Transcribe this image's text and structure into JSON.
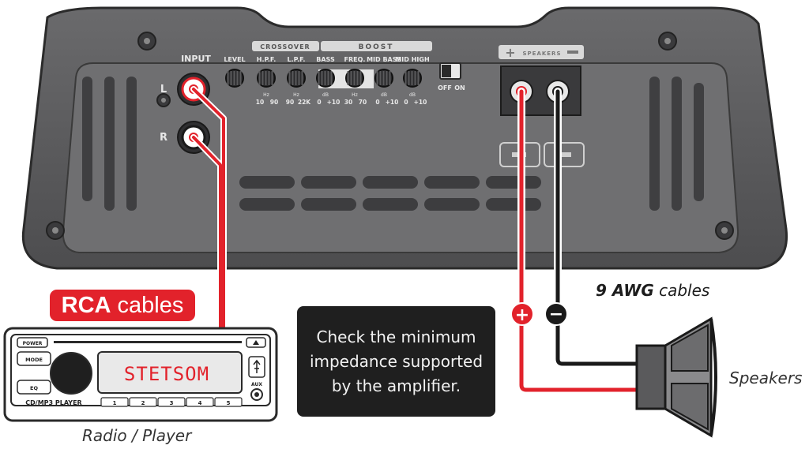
{
  "amplifier": {
    "input_label": "INPUT",
    "left_channel": "L",
    "right_channel": "R",
    "section_crossover": "CROSSOVER",
    "section_boost": "BOOST",
    "knobs": [
      {
        "name": "LEVEL",
        "scale": [
          "",
          ""
        ]
      },
      {
        "name": "H.P.F.",
        "scale": [
          "10",
          "90"
        ],
        "unit": "Hz"
      },
      {
        "name": "L.P.F.",
        "scale": [
          "90",
          "22K"
        ],
        "unit": "Hz"
      },
      {
        "name": "BASS",
        "scale": [
          "0",
          "+10"
        ],
        "unit": "dB"
      },
      {
        "name": "FREQ.",
        "scale": [
          "30",
          "70"
        ],
        "unit": "Hz"
      },
      {
        "name": "MID BASS",
        "scale": [
          "0",
          "+10"
        ],
        "unit": "dB"
      },
      {
        "name": "MID HIGH",
        "scale": [
          "0",
          "+10"
        ],
        "unit": "dB"
      }
    ],
    "switch_off": "OFF",
    "switch_on": "ON",
    "speakers_label": "SPEAKERS"
  },
  "labels": {
    "rca_bold": "RCA",
    "rca_rest": " cables",
    "awg_bold": "9 AWG",
    "awg_rest": " cables",
    "speakers_caption": "Speakers",
    "radio_caption": "Radio / Player",
    "plus_sign": "+",
    "minus_sign": "−"
  },
  "note": {
    "text": "Check the minimum impedance supported by the amplifier."
  },
  "radio": {
    "power": "POWER",
    "mode": "MODE",
    "eq": "EQ",
    "display": "STETSOM",
    "model": "CD/MP3 PLAYER",
    "presets": [
      "1",
      "2",
      "3",
      "4",
      "5"
    ],
    "aux": "AUX"
  },
  "colors": {
    "amp_body": "#5e5e60",
    "amp_panel": "#6b6b6d",
    "cable_red": "#e2222b",
    "cable_black": "#1a1a1a"
  }
}
